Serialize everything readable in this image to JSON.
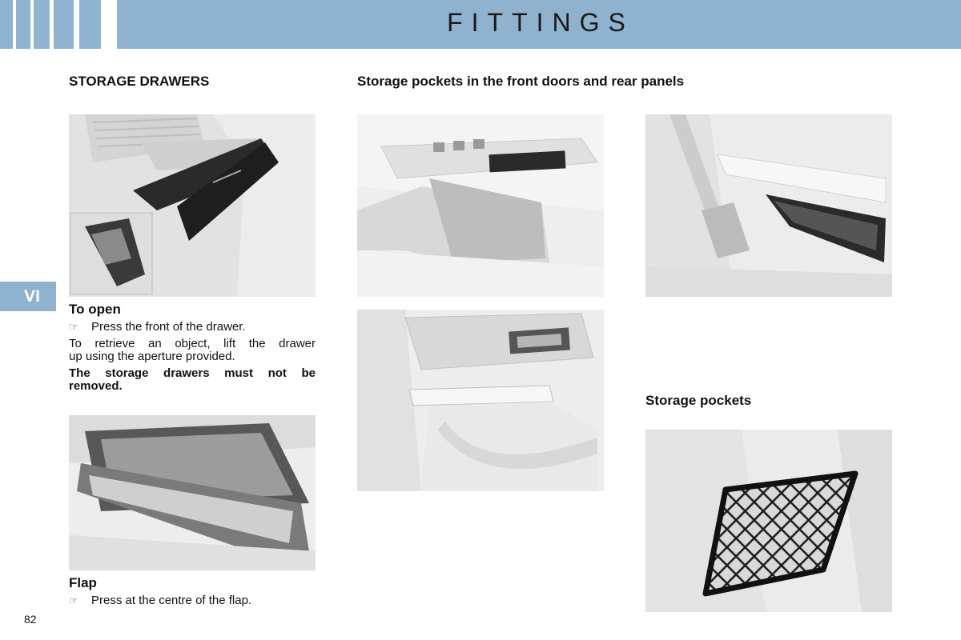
{
  "header": {
    "title": "FITTINGS"
  },
  "chapter": {
    "label": "VI"
  },
  "left": {
    "heading": "STORAGE DRAWERS",
    "to_open": {
      "title": "To open",
      "bullet": "Press the front of the drawer.",
      "text_line1": "To retrieve an object, lift the drawer",
      "text_line2": "up using the aperture provided.",
      "warning_line1": "The storage drawers must not be",
      "warning_line2": "removed."
    },
    "flap": {
      "title": "Flap",
      "bullet": "Press at the centre of the flap."
    }
  },
  "middle": {
    "heading": "Storage pockets in the front doors and rear panels"
  },
  "right": {
    "heading": "Storage pockets"
  },
  "bullet_icon": "pointing-hand-icon",
  "accent_color": "#8fb3cf",
  "footer": {
    "page_number": "82"
  }
}
